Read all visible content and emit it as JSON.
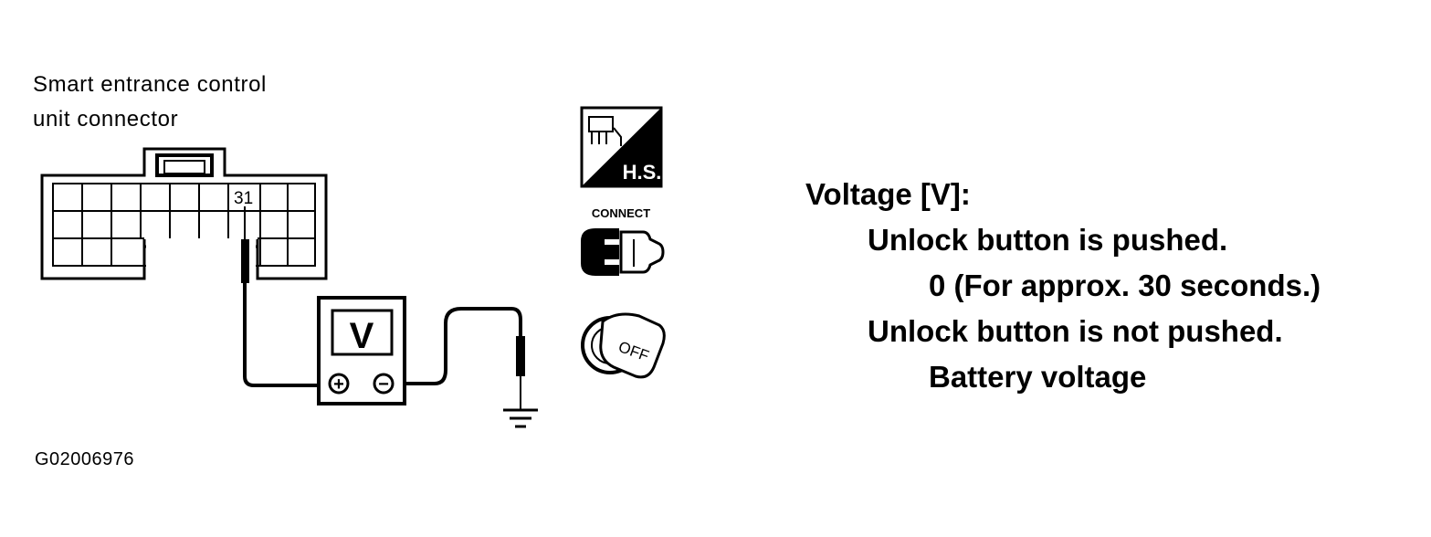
{
  "diagram": {
    "connector_label_line1": "Smart entrance control",
    "connector_label_line2": "unit connector",
    "terminal_number": "31",
    "meter_letter": "V",
    "meter_plus": "+",
    "meter_minus": "−",
    "reference_code": "G02006976"
  },
  "icons": {
    "harness_side_text": "H.S.",
    "connect_text": "CONNECT",
    "ignition_text": "OFF"
  },
  "spec": {
    "heading": "Voltage [V]:",
    "condition_1": "Unlock button is pushed.",
    "value_1": "0 (For approx. 30 seconds.)",
    "condition_2": "Unlock button is not pushed.",
    "value_2": "Battery voltage"
  }
}
